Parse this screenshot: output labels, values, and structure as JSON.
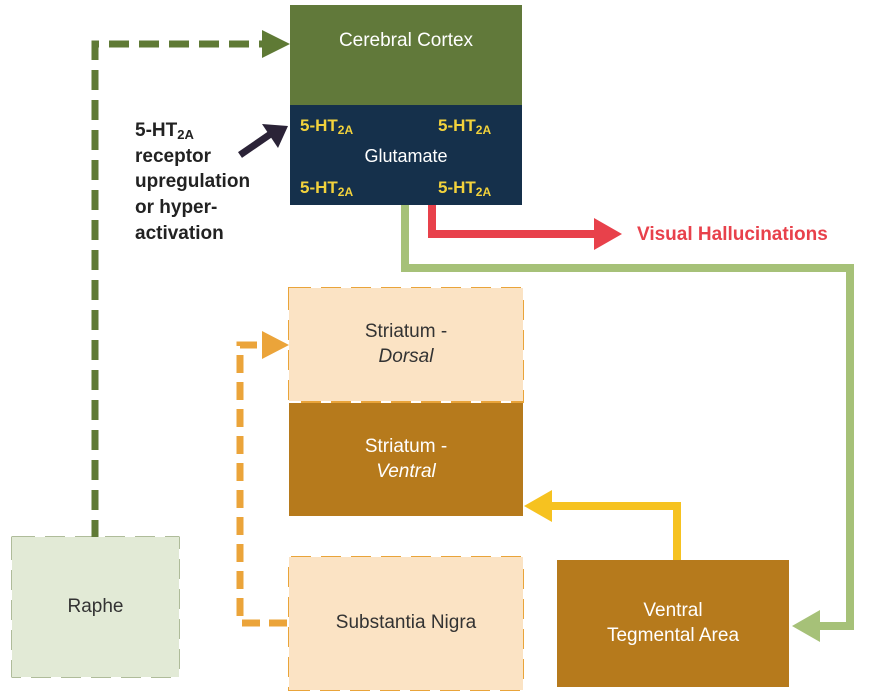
{
  "cortex": {
    "title": "Cerebral Cortex",
    "receptor_prefix": "5-HT",
    "receptor_subscript": "2A",
    "neurotransmitter": "Glutamate"
  },
  "annotation": {
    "prefix": "5-HT",
    "subscript": "2A",
    "line2": "receptor",
    "line3": "upregulation",
    "line4": "or hyper-",
    "line5": "activation"
  },
  "output_label": "Visual Hallucinations",
  "striatum_dorsal": {
    "line1": "Striatum -",
    "line2": "Dorsal"
  },
  "striatum_ventral": {
    "line1": "Striatum -",
    "line2": "Ventral"
  },
  "substantia_nigra": {
    "label": "Substantia Nigra"
  },
  "vta": {
    "line1": "Ventral",
    "line2": "Tegmental Area"
  },
  "raphe": {
    "label": "Raphe"
  },
  "colors": {
    "cortex_green": "#61793a",
    "cortex_navy": "#15304b",
    "receptor_yellow": "#f2d23c",
    "raphe_path": "#5f7a35",
    "cortex_to_vta_path": "#a6c178",
    "hallucination_red": "#e8414b",
    "vta_to_ventral": "#f6c220",
    "nigra_to_dorsal": "#eba43a",
    "dorsal_border": "#e9a43a",
    "nigra_border": "#e9a43a",
    "raphe_border": "#5f7a35",
    "ventral_fill": "#b67a1c",
    "light_orange_fill": "#fbe3c4",
    "raphe_fill": "#e2ead6"
  }
}
